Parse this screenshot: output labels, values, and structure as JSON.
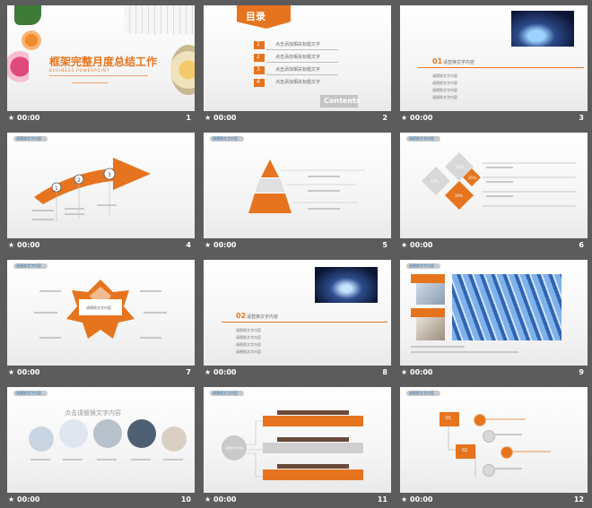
{
  "slides": [
    {
      "num": "1",
      "time": "00:00",
      "title": "框架完整月度总结工作",
      "subtitle": "BUSINESS POWERPOINT"
    },
    {
      "num": "2",
      "time": "00:00",
      "toc_title": "目录",
      "items": [
        {
          "n": "1",
          "label": "点击添加相关标题文字"
        },
        {
          "n": "2",
          "label": "点击添加相关标题文字"
        },
        {
          "n": "3",
          "label": "点击添加相关标题文字"
        },
        {
          "n": "4",
          "label": "点击添加相关标题文字"
        }
      ],
      "contents": "Contents"
    },
    {
      "num": "3",
      "time": "00:00",
      "section": "01",
      "section_title": "请替换文字内容",
      "subs": [
        "请替换文字内容",
        "请替换文字内容",
        "请替换文字内容",
        "请替换文字内容"
      ]
    },
    {
      "num": "4",
      "time": "00:00",
      "tag": "请替换文字内容",
      "steps": [
        "1",
        "2",
        "3"
      ]
    },
    {
      "num": "5",
      "time": "00:00",
      "tag": "请替换文字内容"
    },
    {
      "num": "6",
      "time": "00:00",
      "tag": "请替换文字内容",
      "pcts": [
        "20%",
        "55%",
        "35%",
        "30%"
      ]
    },
    {
      "num": "7",
      "time": "00:00",
      "tag": "请替换文字内容",
      "center": "请替换文字内容"
    },
    {
      "num": "8",
      "time": "00:00",
      "section": "02",
      "section_title": "请替换文字内容",
      "subs": [
        "请替换文字内容",
        "请替换文字内容",
        "请替换文字内容",
        "请替换文字内容"
      ]
    },
    {
      "num": "9",
      "time": "00:00",
      "tag": "请替换文字内容"
    },
    {
      "num": "10",
      "time": "00:00",
      "tag": "请替换文字内容",
      "headline": "点击请替换文字内容"
    },
    {
      "num": "11",
      "time": "00:00",
      "tag": "请替换文字内容",
      "center": "请替换文字内容"
    },
    {
      "num": "12",
      "time": "00:00",
      "tag": "请替换文字内容",
      "boxes": [
        "01",
        "02"
      ]
    }
  ],
  "colors": {
    "accent": "#e6741e",
    "background": "#5c5c5c",
    "tag_text": "#2c7bbd"
  }
}
